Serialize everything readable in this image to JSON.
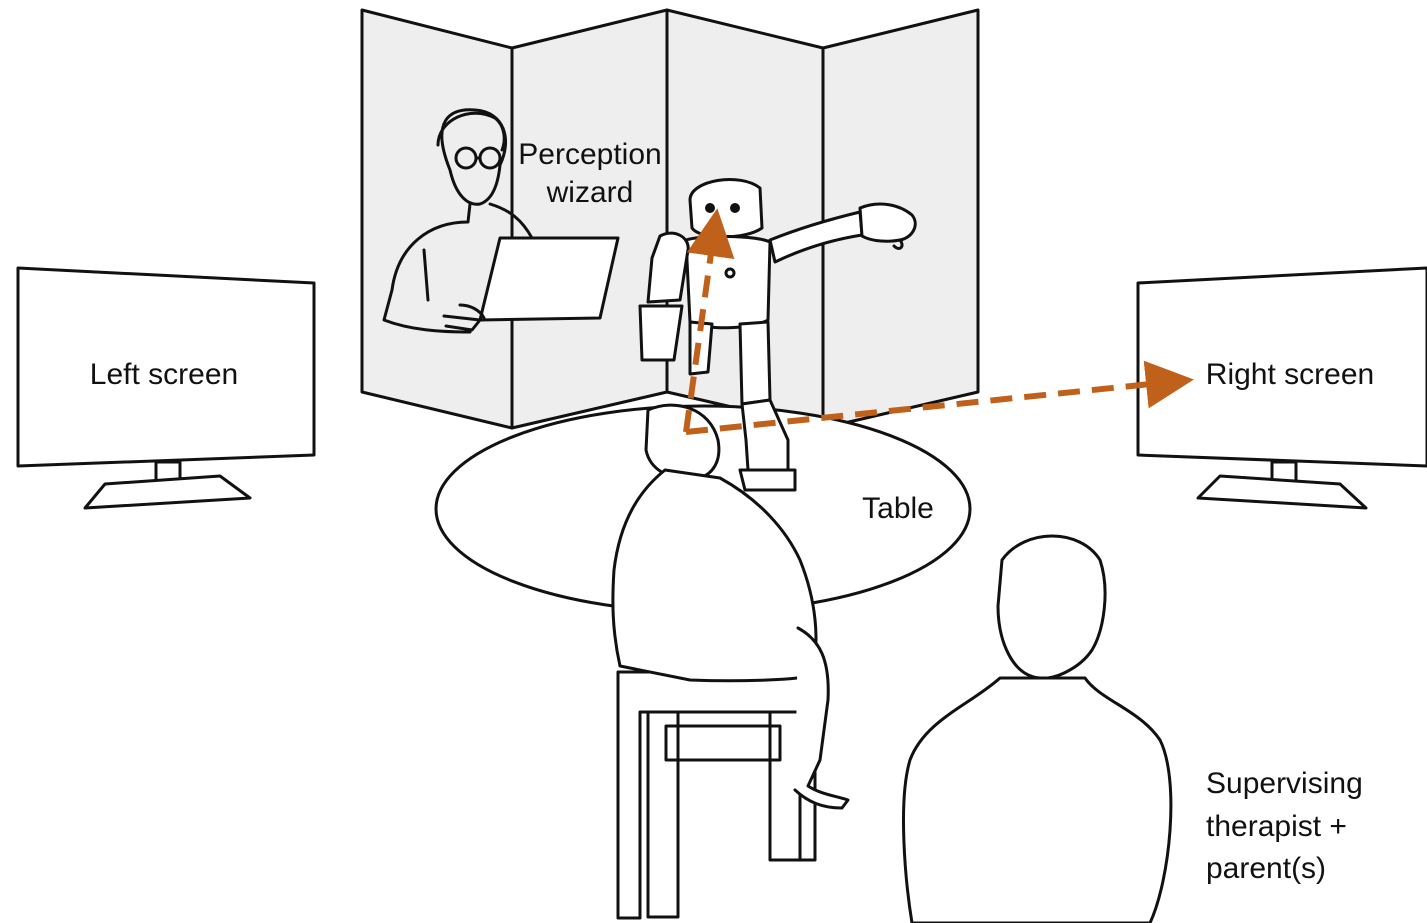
{
  "labels": {
    "perception_wizard_line1": "Perception",
    "perception_wizard_line2": "wizard",
    "left_screen": "Left screen",
    "right_screen": "Right screen",
    "table": "Table",
    "therapist_line1": "Supervising",
    "therapist_line2": "therapist +",
    "therapist_line3": "parent(s)"
  },
  "colors": {
    "gaze_arrow": "#c0611b",
    "screen_panel": "#eeeeee",
    "outline": "#111111"
  }
}
